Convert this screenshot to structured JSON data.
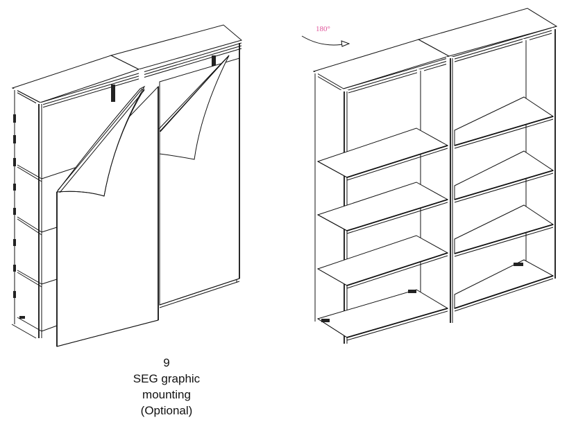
{
  "step": {
    "number": "9",
    "title_line1": "SEG graphic",
    "title_line2": "mounting",
    "title_line3": "(Optional)"
  },
  "rotation": {
    "label": "180°",
    "color": "#e0559b",
    "arrow_direction": "clockwise"
  },
  "figures": [
    {
      "id": "left",
      "description": "Two-bay shelving frame with SEG fabric graphic panels being inserted/peeled onto front face"
    },
    {
      "id": "right",
      "description": "Same two-bay shelving frame rotated 180°, showing four shelves per bay"
    }
  ]
}
